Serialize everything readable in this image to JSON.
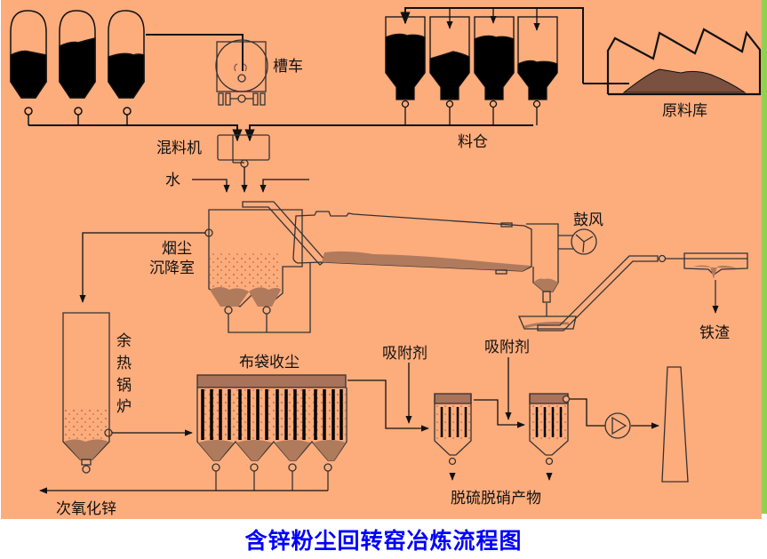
{
  "title": "含锌粉尘回转窑冶炼流程图",
  "colors": {
    "background": "#fdac7c",
    "edge": "#92d050",
    "title": "#0000ff",
    "material": "#b07a5c",
    "stockpile": "#7a5040",
    "line": "#000000"
  },
  "labels": {
    "tanker": "槽车",
    "raw_material_yard": "原料库",
    "silos": "料仓",
    "mixer": "混料机",
    "water": "水",
    "dust_settling_line1": "烟尘",
    "dust_settling_line2": "沉降室",
    "blower": "鼓风",
    "iron_slag": "铁渣",
    "boiler_chars": [
      "余",
      "热",
      "锅",
      "炉"
    ],
    "baghouse": "布袋收尘",
    "adsorbent_1": "吸附剂",
    "adsorbent_2": "吸附剂",
    "desulf_product": "脱硫脱硝产物",
    "zinc_oxide": "次氧化锌"
  },
  "equipment": [
    {
      "name": "storage-tanks",
      "count": 3
    },
    {
      "name": "material-silos",
      "count": 4
    },
    {
      "name": "rotary-kiln"
    },
    {
      "name": "dust-settling-chamber",
      "hoppers": 2
    },
    {
      "name": "waste-heat-boiler"
    },
    {
      "name": "baghouse",
      "hoppers": 4
    },
    {
      "name": "desulfurization-filters",
      "count": 2
    },
    {
      "name": "induced-draft-fan"
    },
    {
      "name": "stack"
    }
  ]
}
